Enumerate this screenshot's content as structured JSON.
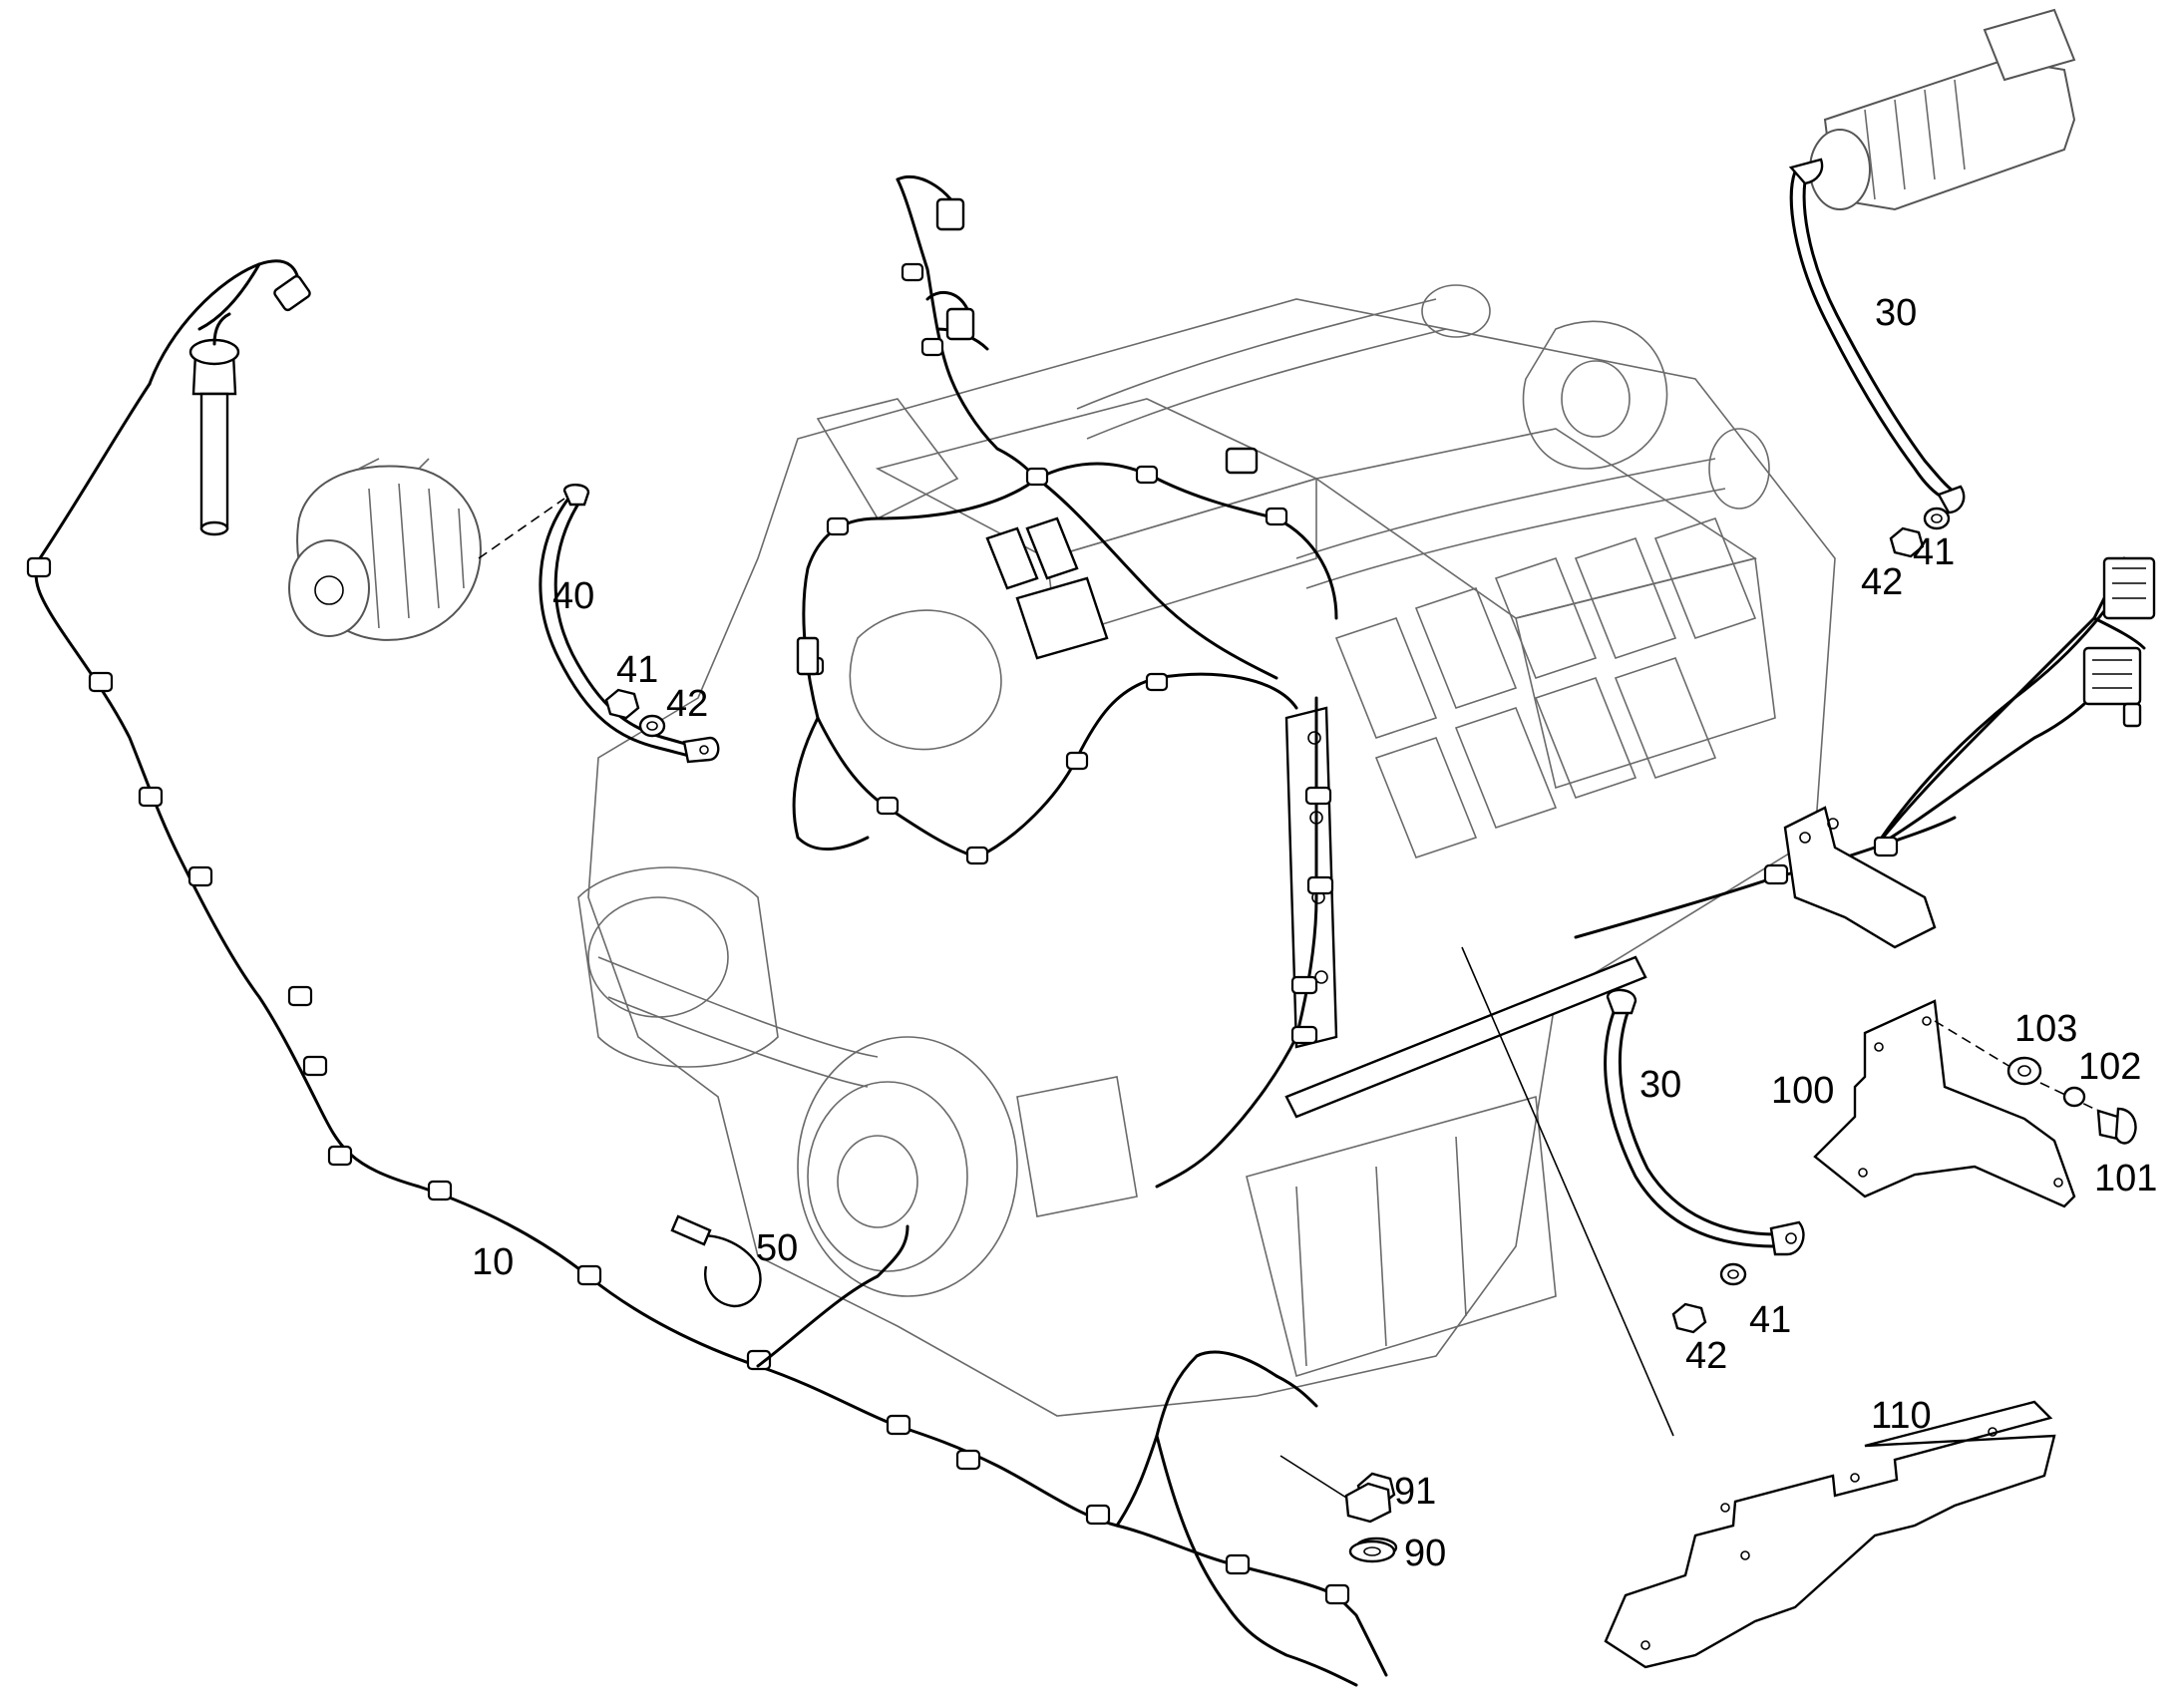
{
  "callouts": {
    "c10": "10",
    "c30_top": "30",
    "c30_mid": "30",
    "c40": "40",
    "c41_a": "41",
    "c42_a": "42",
    "c41_b": "41",
    "c42_b": "42",
    "c41_c": "41",
    "c42_c": "42",
    "c50": "50",
    "c90": "90",
    "c91": "91",
    "c100": "100",
    "c101": "101",
    "c102": "102",
    "c103": "103",
    "c110": "110"
  },
  "icons": {
    "engine": "engine-block-illustration",
    "harness": "wiring-harness-illustration",
    "starter": "starter-motor-illustration",
    "alternator": "alternator-illustration",
    "cable": "battery-cable-illustration",
    "nut": "hex-nut-icon",
    "washer": "washer-icon",
    "bracket": "mounting-bracket-illustration",
    "tie": "cable-tie-icon"
  }
}
